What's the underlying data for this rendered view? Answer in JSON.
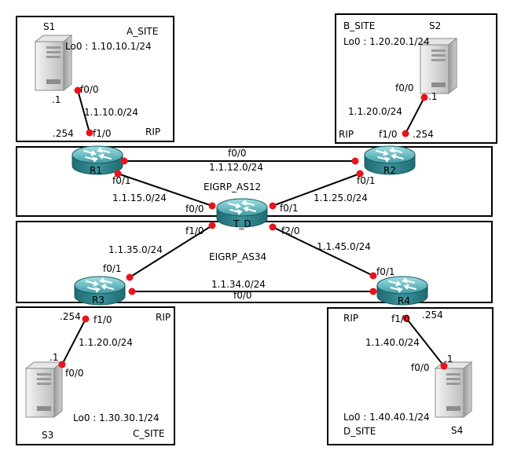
{
  "sites": {
    "a_site": {
      "title": "A_SITE",
      "loopback": "Lo0 : 1.10.10.1/24",
      "protocol": "RIP"
    },
    "b_site": {
      "title": "B_SITE",
      "loopback": "Lo0 : 1.20.20.1/24",
      "protocol": "RIP"
    },
    "c_site": {
      "title": "C_SITE",
      "loopback": "Lo0 : 1.30.30.1/24",
      "protocol": "RIP"
    },
    "d_site": {
      "title": "D_SITE",
      "loopback": "Lo0 : 1.40.40.1/24",
      "protocol": "RIP"
    }
  },
  "domains": {
    "upper": "EIGRP_AS12",
    "lower": "EIGRP_AS34"
  },
  "devices": {
    "r1": "R1",
    "r2": "R2",
    "r3": "R3",
    "r4": "R4",
    "td": "T_D",
    "s1": "S1",
    "s2": "S2",
    "s3": "S3",
    "s4": "S4"
  },
  "links": {
    "s1_r1": {
      "net": "1.1.10.0/24",
      "s_if": "f0/0",
      "s_ip": ".1",
      "r_if": "f1/0",
      "r_ip": ".254"
    },
    "s2_r2": {
      "net": "1.1.20.0/24",
      "s_if": "f0/0",
      "s_ip": ".1",
      "r_if": "f1/0",
      "r_ip": ".254"
    },
    "s3_r3": {
      "net": "1.1.20.0/24",
      "s_if": "f0/0",
      "s_ip": ".1",
      "r_if": "f1/0",
      "r_ip": ".254"
    },
    "s4_r4": {
      "net": "1.1.40.0/24",
      "s_if": "f0/0",
      "s_ip": ".1",
      "r_if": "f1/0",
      "r_ip": ".254"
    },
    "r1_r2": {
      "net": "1.1.12.0/24",
      "if": "f0/0"
    },
    "r1_td": {
      "net": "1.1.15.0/24",
      "r_if": "f0/1",
      "td_if": "f0/0"
    },
    "r2_td": {
      "net": "1.1.25.0/24",
      "r_if": "f0/1",
      "td_if": "f0/1"
    },
    "r3_td": {
      "net": "1.1.35.0/24",
      "r_if": "f0/1",
      "td_if": "f1/0"
    },
    "r4_td": {
      "net": "1.1.45.0/24",
      "r_if": "f0/1",
      "td_if": "f2/0"
    },
    "r3_r4": {
      "net": "1.1.34.0/24",
      "if": "f0/0"
    }
  }
}
